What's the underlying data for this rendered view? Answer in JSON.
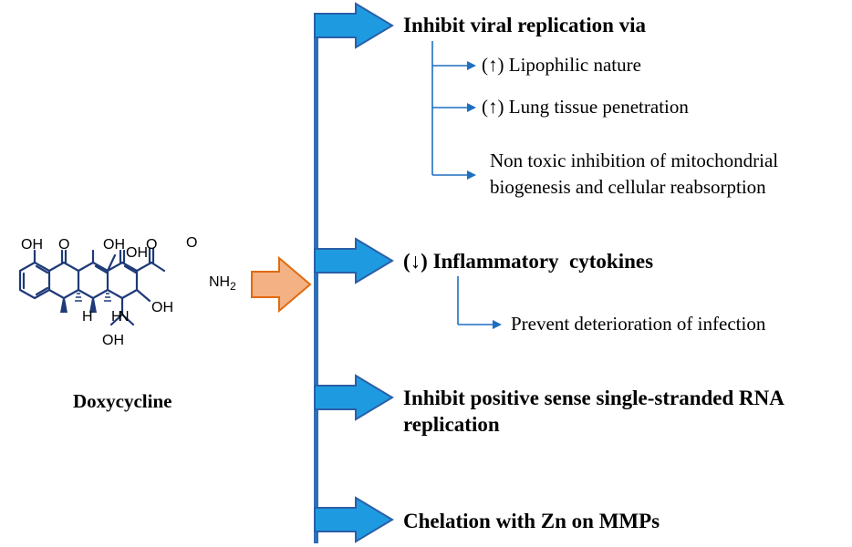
{
  "molecule": {
    "name": "Doxycycline",
    "atoms": {
      "oh_top_left": "OH",
      "o_keto_1": "O",
      "oh_top_mid": "OH",
      "oh_ring_junction": "OH",
      "o_keto_2": "O",
      "o_amide": "O",
      "nh2": "NH",
      "nh2_subscript": "2",
      "h_1": "H",
      "h_2": "H",
      "oh_bottom_right": "OH",
      "oh_bottom_mid": "OH",
      "n_dimethyl": "N"
    }
  },
  "effects": [
    {
      "title": "Inhibit viral replication via",
      "details": [
        "(↑) Lipophilic nature",
        "(↑) Lung tissue penetration",
        "Non toxic inhibition of mitochondrial",
        "biogenesis and cellular reabsorption"
      ]
    },
    {
      "title": "(↓) Inflammatory  cytokines",
      "details": [
        "Prevent deterioration of infection"
      ]
    },
    {
      "title_lines": [
        "Inhibit positive sense single-stranded RNA",
        "replication"
      ]
    },
    {
      "title": "Chelation with Zn on MMPs"
    }
  ],
  "colors": {
    "trunk": "#2F6FB5",
    "arrow_fill": "#1E9BE0",
    "arrow_stroke": "#2A5FA8",
    "branch": "#1E6FC0",
    "drug_arrow_fill": "#F4B183",
    "drug_arrow_stroke": "#E06A10",
    "molecule": "#1E3A78"
  }
}
